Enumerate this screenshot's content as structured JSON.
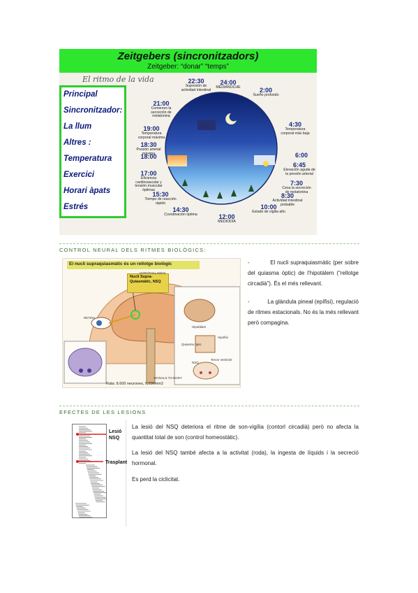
{
  "figure1": {
    "title": "Zeitgebers (sincronitzadors)",
    "subtitle": "Zeitgeber: “donar” “temps”",
    "ritmo": "El ritmo de la vida",
    "sync_lines": [
      "Principal",
      "Sincronitzador:",
      "La llum",
      "Altres :",
      "Temperatura",
      "Exercici",
      "Horari àpats",
      "Estrés"
    ],
    "clock_labels": [
      {
        "time": "22:30",
        "desc": "Supresión de actividad intestinal"
      },
      {
        "time": "24:00",
        "desc": "MEDIANOCHE"
      },
      {
        "time": "2:00",
        "desc": "Sueño profundo"
      },
      {
        "time": "21:00",
        "desc": "Comienzo la secreción de melatonina"
      },
      {
        "time": "4:30",
        "desc": "Temperatura corporal más baja"
      },
      {
        "time": "19:00",
        "desc": "Temperatura corporal máxima"
      },
      {
        "time": "18:30",
        "desc": "Presión arterial máxima"
      },
      {
        "time": "6:00",
        "desc": ""
      },
      {
        "time": "18:00",
        "desc": ""
      },
      {
        "time": "6:45",
        "desc": "Elevación aguda de la presión arterial"
      },
      {
        "time": "17:00",
        "desc": "Eficiencia cardiovascular y tensión muscular óptimas"
      },
      {
        "time": "7:30",
        "desc": "Cesa la secreción de melatonina"
      },
      {
        "time": "15:30",
        "desc": "Tiempo de reacción rápido"
      },
      {
        "time": "8:30",
        "desc": "Actividad intestinal probable"
      },
      {
        "time": "14:30",
        "desc": "Coordinación óptima"
      },
      {
        "time": "10:00",
        "desc": "Estado de vigilia alto"
      },
      {
        "time": "12:00",
        "desc": "MEDIODÍA"
      }
    ]
  },
  "section1": {
    "title": "CONTROL NEURAL DELS RITMES BIOLÒGICS:",
    "banner": "El nucli supraquiasmàtic és un rellotge biològic",
    "callout": [
      "Nucli Supra-",
      "Quiasmàtic, NSQ"
    ],
    "rata": "Rata: 8.600 neurones, 0,036mm2",
    "small_labels": [
      "HYPOTHALAMUS",
      "RETINA",
      "SIGNALS TO BODY",
      "Hipotàlam",
      "Hipòfisi",
      "Quiasma òptic",
      "NSQ",
      "Tercer ventricle"
    ],
    "bullets": [
      "-           El nucli supraquiasmàtic (per sobre del quiasma òptic) de l’hipotàlem (“rellotge circadià”). És el més rellevant.",
      "-           La glàndula pineal (epífisi), regulació de ritmes estacionals. No és la més rellevant però compagina."
    ]
  },
  "section2": {
    "title": "EFECTES DE LES LESIONS",
    "labels": [
      "Lesió",
      "NSQ",
      "Trasplant"
    ],
    "paragraphs": [
      "La lesió del NSQ deteriora el ritme de son-vigília (contorl circadià) però no afecta la quantitat total de son (control homeostàtic).",
      "La lesió del NSQ també afecta a la activitat (roda), la ingesta de líquids i la secreció hormonal.",
      "Es perd la ciclicitat."
    ]
  },
  "colors": {
    "banner_green": "#2ee62e",
    "box_border": "#2ecc2e",
    "sync_text": "#0b1a7a",
    "clock_blue": "#1a2a80",
    "section_title": "#3a6a2a",
    "arrow_red": "#e02020"
  }
}
